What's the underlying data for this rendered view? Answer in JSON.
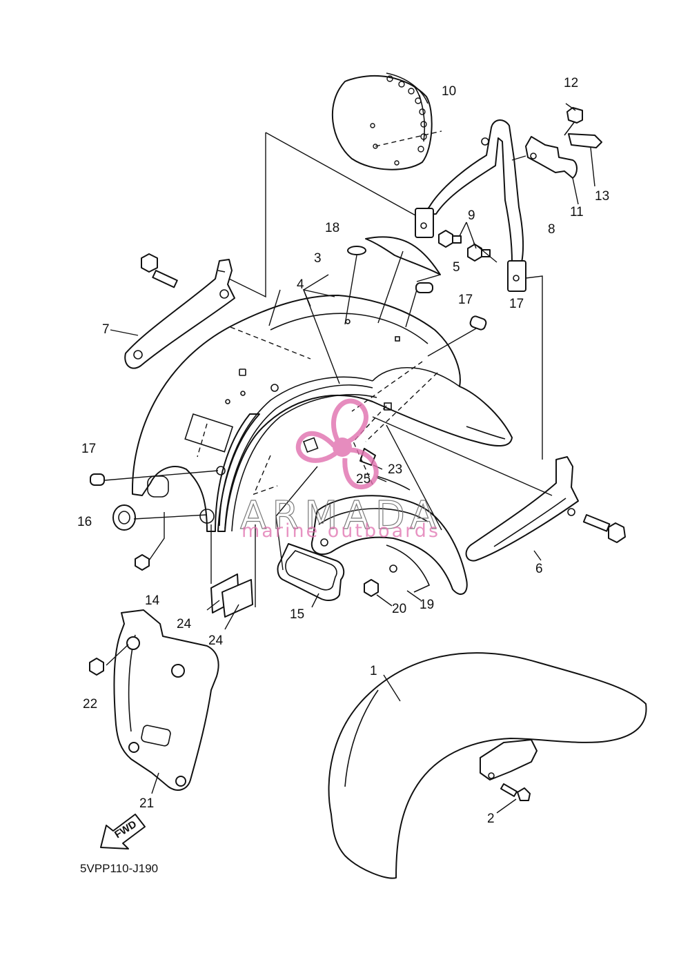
{
  "diagram": {
    "drawing_code": "5VPP110-J190",
    "fwd_label": "FWD",
    "watermark": {
      "brand": "ARMADA",
      "tagline": "marine outboards"
    },
    "callouts": [
      {
        "id": "c1",
        "label": "1"
      },
      {
        "id": "c2",
        "label": "2"
      },
      {
        "id": "c3",
        "label": "3"
      },
      {
        "id": "c4",
        "label": "4"
      },
      {
        "id": "c5",
        "label": "5"
      },
      {
        "id": "c6",
        "label": "6"
      },
      {
        "id": "c7",
        "label": "7"
      },
      {
        "id": "c8",
        "label": "8"
      },
      {
        "id": "c9",
        "label": "9"
      },
      {
        "id": "c10",
        "label": "10"
      },
      {
        "id": "c11",
        "label": "11"
      },
      {
        "id": "c12",
        "label": "12"
      },
      {
        "id": "c13",
        "label": "13"
      },
      {
        "id": "c14",
        "label": "14"
      },
      {
        "id": "c15",
        "label": "15"
      },
      {
        "id": "c16",
        "label": "16"
      },
      {
        "id": "c17a",
        "label": "17"
      },
      {
        "id": "c17b",
        "label": "17"
      },
      {
        "id": "c17c",
        "label": "17"
      },
      {
        "id": "c18",
        "label": "18"
      },
      {
        "id": "c19",
        "label": "19"
      },
      {
        "id": "c20",
        "label": "20"
      },
      {
        "id": "c21",
        "label": "21"
      },
      {
        "id": "c22",
        "label": "22"
      },
      {
        "id": "c23",
        "label": "23"
      },
      {
        "id": "c24a",
        "label": "24"
      },
      {
        "id": "c24b",
        "label": "24"
      },
      {
        "id": "c25",
        "label": "25"
      }
    ]
  }
}
